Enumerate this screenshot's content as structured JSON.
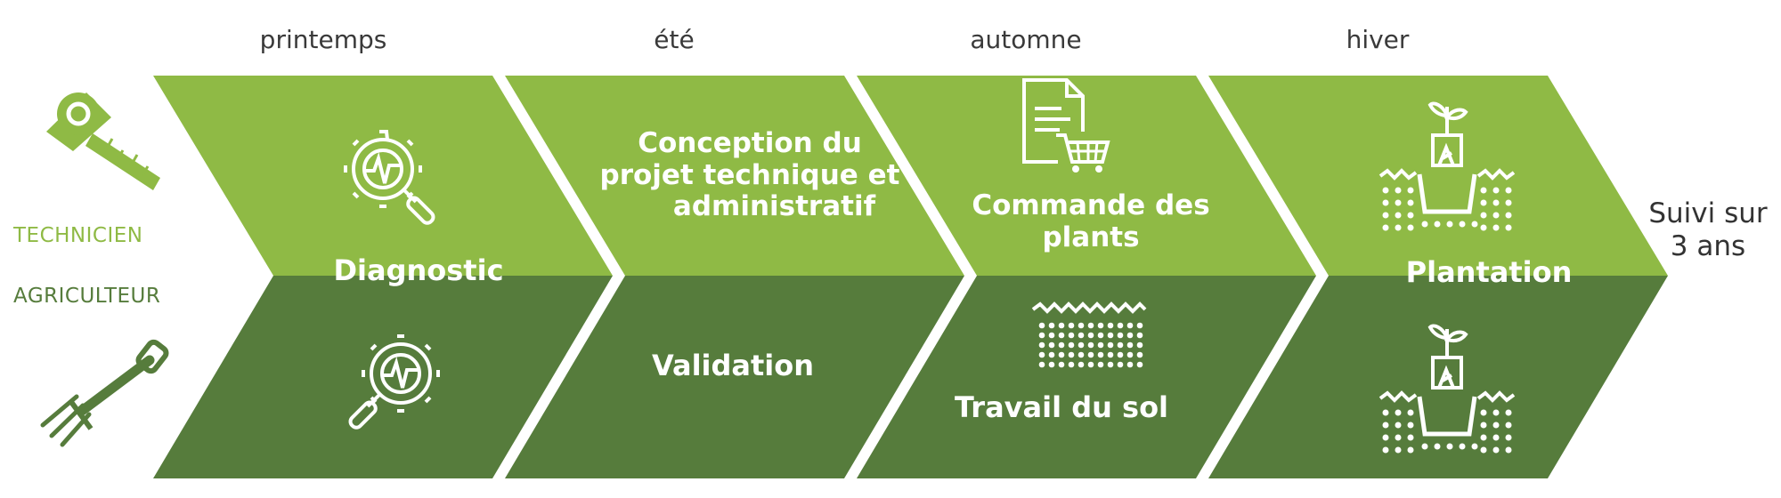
{
  "colors": {
    "light_green": "#8fba45",
    "dark_green": "#567c3c",
    "white": "#ffffff",
    "season_text": "#3a3a3a",
    "final_text": "#333333"
  },
  "seasons": [
    "printemps",
    "été",
    "automne",
    "hiver"
  ],
  "roles": {
    "technicien": "TECHNICIEN",
    "agriculteur": "AGRICULTEUR"
  },
  "steps": {
    "technicien": [
      {
        "lines": [
          "Diagnostic"
        ],
        "icon": "diagnostic-gear-magnifier-icon"
      },
      {
        "lines": [
          "Conception du",
          "projet technique et",
          "administratif"
        ],
        "icon": ""
      },
      {
        "lines": [
          "Commande des",
          "plants"
        ],
        "icon": "order-document-cart-icon"
      },
      {
        "lines": [
          "Plantation"
        ],
        "icon": "seedling-planting-icon"
      }
    ],
    "agriculteur": [
      {
        "lines": [],
        "icon": "diagnostic-gear-magnifier-icon"
      },
      {
        "lines": [
          "Validation"
        ],
        "icon": ""
      },
      {
        "lines": [
          "Travail du sol"
        ],
        "icon": "soil-tilling-icon"
      },
      {
        "lines": [],
        "icon": "seedling-planting-icon"
      }
    ]
  },
  "final": {
    "lines": [
      "Suivi sur",
      "3 ans"
    ]
  }
}
